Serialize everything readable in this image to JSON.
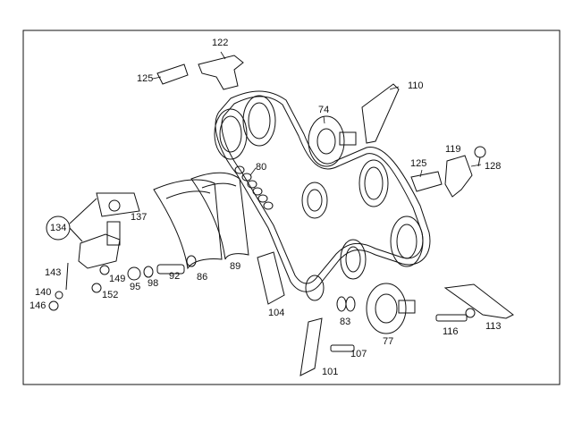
{
  "diagram": {
    "type": "exploded-parts-diagram",
    "callouts": [
      "122",
      "125",
      "74",
      "110",
      "80",
      "119",
      "128",
      "125",
      "134",
      "137",
      "143",
      "149",
      "140",
      "152",
      "146",
      "95",
      "98",
      "92",
      "86",
      "89",
      "104",
      "83",
      "77",
      "116",
      "113",
      "107",
      "101"
    ],
    "labels": {
      "p122": "122",
      "p125a": "125",
      "p74": "74",
      "p110": "110",
      "p80": "80",
      "p119": "119",
      "p128": "128",
      "p125b": "125",
      "p134": "134",
      "p137": "137",
      "p143": "143",
      "p149": "149",
      "p140": "140",
      "p152": "152",
      "p146": "146",
      "p95": "95",
      "p98": "98",
      "p92": "92",
      "p86": "86",
      "p89": "89",
      "p104": "104",
      "p83": "83",
      "p77": "77",
      "p116": "116",
      "p113": "113",
      "p107": "107",
      "p101": "101"
    }
  }
}
